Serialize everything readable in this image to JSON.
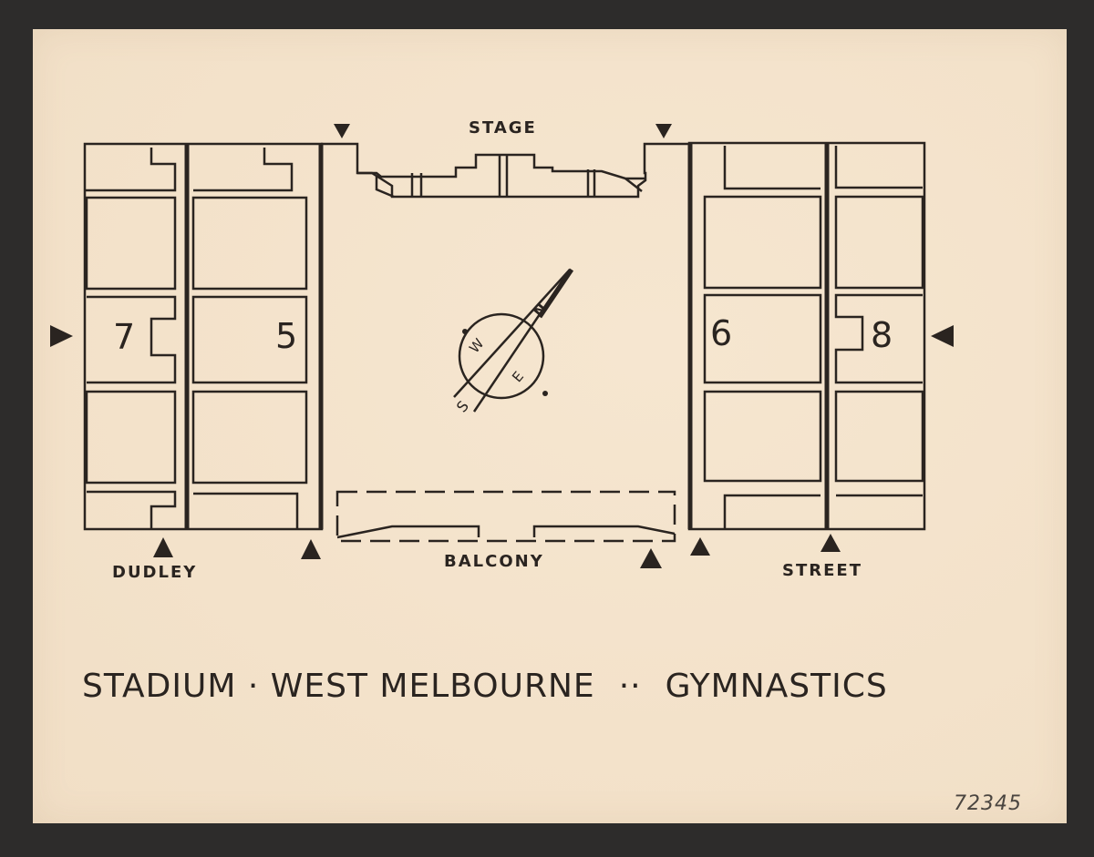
{
  "labels": {
    "stage": "STAGE",
    "balcony": "BALCONY",
    "dudley": "DUDLEY",
    "street": "STREET"
  },
  "sections": {
    "s5": "5",
    "s6": "6",
    "s7": "7",
    "s8": "8"
  },
  "compass": {
    "n": "N",
    "s": "S",
    "e": "E",
    "w": "W"
  },
  "footer": {
    "venue": "STADIUM · WEST MELBOURNE",
    "separator": "··",
    "event": "GYMNASTICS"
  },
  "serial_number": "72345",
  "colors": {
    "paper": "#f5e4cc",
    "ink": "#2a2420",
    "background": "#2d2c2b"
  }
}
